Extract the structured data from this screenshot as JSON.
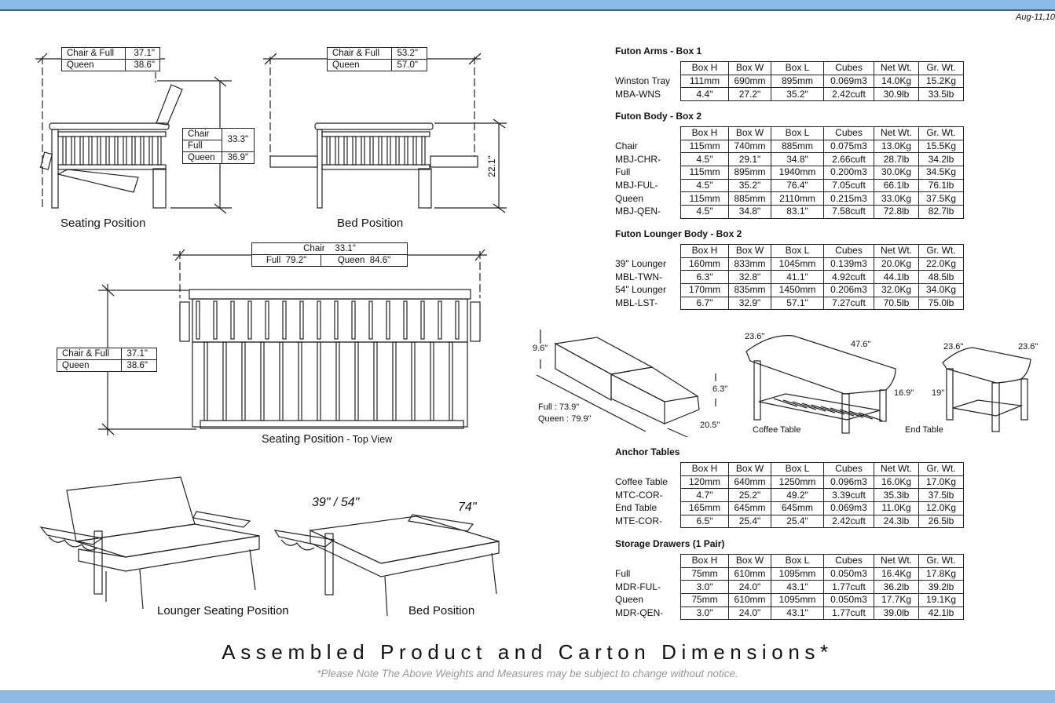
{
  "date": "Aug-11,10",
  "diagrams": {
    "seating_side": {
      "caption": "Seating Position",
      "width_rows": [
        [
          "Chair & Full",
          "37.1\""
        ],
        [
          "Queen",
          "38.6\""
        ]
      ]
    },
    "height_box": {
      "chair": "Chair",
      "full": "Full",
      "chair_full_value": "33.3\"",
      "queen": "Queen",
      "queen_value": "36.9\""
    },
    "bed_side": {
      "caption": "Bed Position",
      "width_rows": [
        [
          "Chair & Full",
          "53.2\""
        ],
        [
          "Queen",
          "57.0\""
        ]
      ],
      "height": "22.1\""
    },
    "top_view": {
      "caption": "Seating Position",
      "caption_suffix": " - Top View",
      "chair_label": "Chair",
      "chair_value": "33.1\"",
      "full_label": "Full",
      "full_value": "79.2\"",
      "queen_label": "Queen",
      "queen_value": "84.6\"",
      "depth_rows": [
        [
          "Chair & Full",
          "37.1\""
        ],
        [
          "Queen",
          "38.6\""
        ]
      ]
    },
    "lounger": {
      "seating_caption": "Lounger Seating Position",
      "bed_caption": "Bed Position",
      "width_label": "39\" / 54\"",
      "length_label": "74\""
    },
    "drawers": {
      "height": "9.6\"",
      "drawer_height": "6.3\"",
      "depth": "20.5\"",
      "length_full": "Full : 73.9\"",
      "length_queen": "Queen : 79.9\""
    },
    "coffee_table": {
      "caption": "Coffee Table",
      "width": "23.6\"",
      "length": "47.6\"",
      "height": "16.9\""
    },
    "end_table": {
      "caption": "End Table",
      "width1": "23.6\"",
      "width2": "23.6\"",
      "height": "19\""
    }
  },
  "columns": [
    "Box H",
    "Box W",
    "Box L",
    "Cubes",
    "Net Wt.",
    "Gr. Wt."
  ],
  "sections": [
    {
      "title": "Futon Arms - Box 1",
      "rows": [
        {
          "label": "Winston Tray",
          "cells": [
            "111mm",
            "690mm",
            "895mm",
            "0.069m3",
            "14.0Kg",
            "15.2Kg"
          ]
        },
        {
          "label": "MBA-WNS",
          "cells": [
            "4.4\"",
            "27.2\"",
            "35.2\"",
            "2.42cuft",
            "30.9lb",
            "33.5lb"
          ]
        }
      ]
    },
    {
      "title": "Futon Body - Box 2",
      "rows": [
        {
          "label": "Chair",
          "cells": [
            "115mm",
            "740mm",
            "885mm",
            "0.075m3",
            "13.0Kg",
            "15.5Kg"
          ]
        },
        {
          "label": "MBJ-CHR-",
          "cells": [
            "4.5\"",
            "29.1\"",
            "34.8\"",
            "2.66cuft",
            "28.7lb",
            "34.2lb"
          ]
        },
        {
          "label": "Full",
          "cells": [
            "115mm",
            "895mm",
            "1940mm",
            "0.200m3",
            "30.0Kg",
            "34.5Kg"
          ]
        },
        {
          "label": "MBJ-FUL-",
          "cells": [
            "4.5\"",
            "35.2\"",
            "76.4\"",
            "7.05cuft",
            "66.1lb",
            "76.1lb"
          ]
        },
        {
          "label": "Queen",
          "cells": [
            "115mm",
            "885mm",
            "2110mm",
            "0.215m3",
            "33.0Kg",
            "37.5Kg"
          ]
        },
        {
          "label": "MBJ-QEN-",
          "cells": [
            "4.5\"",
            "34.8\"",
            "83.1\"",
            "7.58cuft",
            "72.8lb",
            "82.7lb"
          ]
        }
      ]
    },
    {
      "title": "Futon Lounger Body - Box 2",
      "rows": [
        {
          "label": "39\" Lounger",
          "cells": [
            "160mm",
            "833mm",
            "1045mm",
            "0.139m3",
            "20.0Kg",
            "22.0Kg"
          ]
        },
        {
          "label": "MBL-TWN-",
          "cells": [
            "6.3\"",
            "32.8\"",
            "41.1\"",
            "4.92cuft",
            "44.1lb",
            "48.5lb"
          ]
        },
        {
          "label": "54\" Lounger",
          "cells": [
            "170mm",
            "835mm",
            "1450mm",
            "0.206m3",
            "32.0Kg",
            "34.0Kg"
          ]
        },
        {
          "label": "MBL-LST-",
          "cells": [
            "6.7\"",
            "32.9\"",
            "57.1\"",
            "7.27cuft",
            "70.5lb",
            "75.0lb"
          ]
        }
      ]
    },
    {
      "title": "Anchor Tables",
      "rows": [
        {
          "label": "Coffee Table",
          "cells": [
            "120mm",
            "640mm",
            "1250mm",
            "0.096m3",
            "16.0Kg",
            "17.0Kg"
          ]
        },
        {
          "label": "MTC-COR-",
          "cells": [
            "4.7\"",
            "25.2\"",
            "49.2\"",
            "3.39cuft",
            "35.3lb",
            "37.5lb"
          ]
        },
        {
          "label": "End Table",
          "cells": [
            "165mm",
            "645mm",
            "645mm",
            "0.069m3",
            "11.0Kg",
            "12.0Kg"
          ]
        },
        {
          "label": "MTE-COR-",
          "cells": [
            "6.5\"",
            "25.4\"",
            "25.4\"",
            "2.42cuft",
            "24.3lb",
            "26.5lb"
          ]
        }
      ]
    },
    {
      "title": "Storage Drawers (1 Pair)",
      "rows": [
        {
          "label": "Full",
          "cells": [
            "75mm",
            "610mm",
            "1095mm",
            "0.050m3",
            "16.4Kg",
            "17.8Kg"
          ]
        },
        {
          "label": "MDR-FUL-",
          "cells": [
            "3.0\"",
            "24.0\"",
            "43.1\"",
            "1.77cuft",
            "36.2lb",
            "39.2lb"
          ]
        },
        {
          "label": "Queen",
          "cells": [
            "75mm",
            "610mm",
            "1095mm",
            "0.050m3",
            "17.7Kg",
            "19.1Kg"
          ]
        },
        {
          "label": "MDR-QEN-",
          "cells": [
            "3.0\"",
            "24.0\"",
            "43.1\"",
            "1.77cuft",
            "39.0lb",
            "42.1lb"
          ]
        }
      ]
    }
  ],
  "footer": {
    "title": "Assembled Product and Carton Dimensions*",
    "note": "*Please Note The Above Weights and Measures may be subject to change without notice."
  },
  "colors": {
    "band": "#8dbde6",
    "band_border": "#3d5f7f",
    "note": "#999999"
  }
}
